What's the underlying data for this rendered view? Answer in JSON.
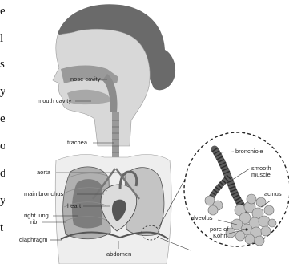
{
  "labels": {
    "nose_cavity": "nose cavity",
    "mouth_cavity": "mouth cavity",
    "trachea": "trachea",
    "aorta": "aorta",
    "main_bronchus": "main bronchus",
    "heart": "heart",
    "right_lung": "right lung",
    "rib": "rib",
    "diaphragm": "diaphragm",
    "abdomen": "abdomen",
    "bronchiole": "bronchiole",
    "smooth_muscle_line1": "smooth",
    "smooth_muscle_line2": "muscle",
    "acinus": "acinus",
    "alveolus": "alveolus",
    "pore_of_kohn_line1": "pore of",
    "pore_of_kohn_line2": "Kohn"
  },
  "left_margin_fragments": [
    "e",
    "l",
    "s",
    "y",
    "e",
    "o",
    "d",
    "y",
    "t"
  ],
  "colors": {
    "skin": "#d8d8d8",
    "hair": "#6a6a6a",
    "airway": "#9a9a9a",
    "lung": "#b0b0b0",
    "lung_dark": "#7d7d7d",
    "label_text": "#222222",
    "leader_line": "#333333"
  }
}
